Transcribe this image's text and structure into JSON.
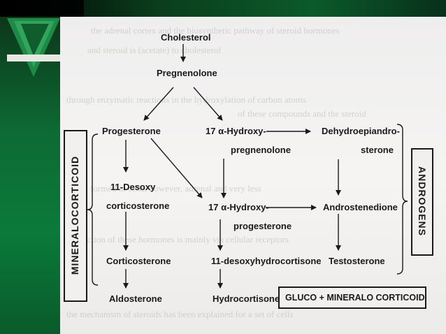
{
  "nodes": {
    "cholesterol": "Cholesterol",
    "pregnenolone": "Pregnenolone",
    "progesterone": "Progesterone",
    "hydroxy_pregnenolone_1": "17 α-Hydroxy-",
    "hydroxy_pregnenolone_2": "pregnenolone",
    "dhea_1": "Dehydroepiandro-",
    "dhea_2": "sterone",
    "desoxy_1": "11-Desoxy",
    "desoxy_2": "corticosterone",
    "hydroxy_progesterone_1": "17 α-Hydroxy-",
    "hydroxy_progesterone_2": "progesterone",
    "androstenedione": "Androstenedione",
    "corticosterone": "Corticosterone",
    "desoxyhydrocortisone": "11-desoxyhydrocortisone",
    "testosterone": "Testosterone",
    "aldosterone": "Aldosterone",
    "hydrocortisone": "Hydrocortisone"
  },
  "labels": {
    "mineralocorticoid": "MINERALOCORTICOID",
    "androgens": "ANDROGENS",
    "gluco_mineralo": "GLUCO + MINERALO CORTICOID"
  },
  "colors": {
    "ink": "#1a1a1a",
    "paper": "#f2f1f0",
    "slide_green": "#0b6a33"
  }
}
